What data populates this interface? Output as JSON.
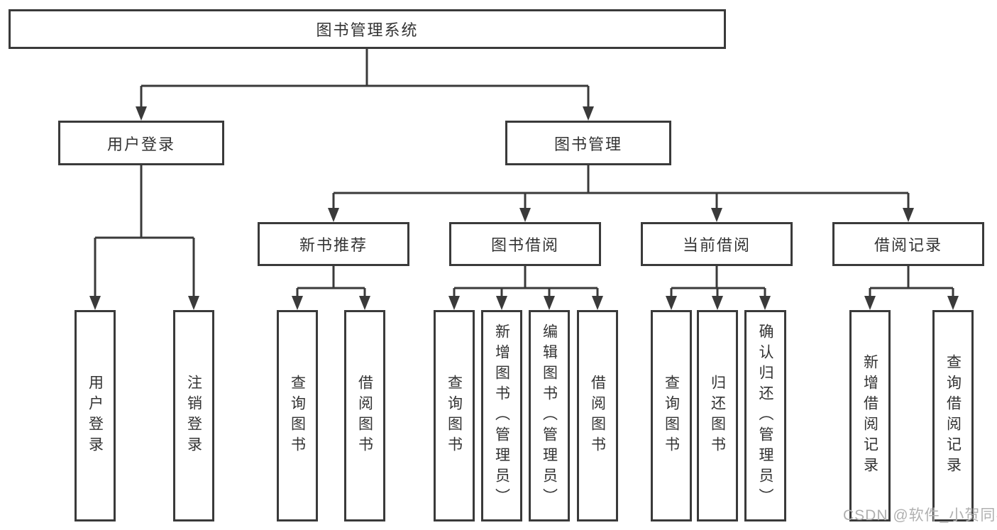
{
  "diagram": {
    "root": {
      "label": "图书管理系统"
    },
    "level2": [
      {
        "id": "user-login",
        "label": "用户登录"
      },
      {
        "id": "book-management",
        "label": "图书管理"
      }
    ],
    "level3": [
      {
        "id": "new-book-recommend",
        "label": "新书推荐",
        "parent": "book-management"
      },
      {
        "id": "book-borrowing",
        "label": "图书借阅",
        "parent": "book-management"
      },
      {
        "id": "current-borrowing",
        "label": "当前借阅",
        "parent": "book-management"
      },
      {
        "id": "borrowing-records",
        "label": "借阅记录",
        "parent": "book-management"
      }
    ],
    "leaves": [
      {
        "group": "user-login",
        "label": "用户登录"
      },
      {
        "group": "user-login",
        "label": "注销登录"
      },
      {
        "group": "new-book-recommend",
        "label": "查询图书"
      },
      {
        "group": "new-book-recommend",
        "label": "借阅图书"
      },
      {
        "group": "book-borrowing",
        "label": "查询图书"
      },
      {
        "group": "book-borrowing",
        "label": "新增图书（管理员）"
      },
      {
        "group": "book-borrowing",
        "label": "编辑图书（管理员）"
      },
      {
        "group": "book-borrowing",
        "label": "借阅图书"
      },
      {
        "group": "current-borrowing",
        "label": "查询图书"
      },
      {
        "group": "current-borrowing",
        "label": "归还图书"
      },
      {
        "group": "current-borrowing",
        "label": "确认归还（管理员）"
      },
      {
        "group": "borrowing-records",
        "label": "新增借阅记录"
      },
      {
        "group": "borrowing-records",
        "label": "查询借阅记录"
      }
    ]
  },
  "watermark": {
    "text": "CSDN @软件_小贺同学"
  },
  "colors": {
    "line": "#3a3a3a",
    "text": "#333333",
    "background": "#ffffff",
    "watermark": "#b0b0b0"
  }
}
